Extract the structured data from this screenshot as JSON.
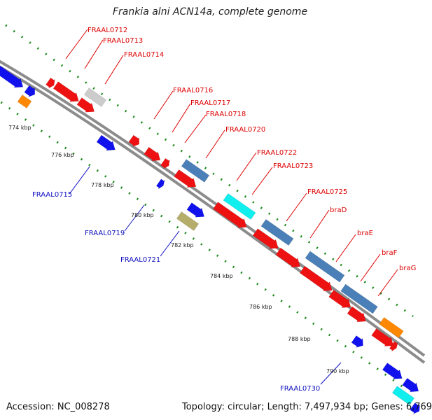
{
  "title": "Frankia alni ACN14a, complete genome",
  "footer": {
    "accession": "Accession: NC_008278",
    "summary": "Topology: circular; Length: 7,497,934 bp; Genes: 6,769"
  },
  "colors": {
    "backbone": "#808080",
    "tick": "#1a8a1a",
    "forward_label": "#dd0000",
    "reverse_label": "#1010c0"
  },
  "scale_labels": [
    "774 kbp",
    "776 kbp",
    "778 kbp",
    "780 kbp",
    "782 kbp",
    "784 kbp",
    "786 kbp",
    "788 kbp",
    "790 kbp"
  ],
  "forward_labels": [
    "FRAAL0712",
    "FRAAL0713",
    "FRAAL0714",
    "FRAAL0716",
    "FRAAL0717",
    "FRAAL0718",
    "FRAAL0720",
    "FRAAL0722",
    "FRAAL0723",
    "FRAAL0725",
    "braD",
    "braE",
    "braF",
    "braG"
  ],
  "reverse_labels": [
    "FRAAL0715",
    "FRAAL0719",
    "FRAAL0721",
    "FRAAL0730"
  ],
  "gene_colors": {
    "red": "#ee1111",
    "blue": "#1111ee",
    "steel": "#4a7fb8",
    "cyan": "#11eeee",
    "orange": "#ff8800",
    "gray": "#cccccc",
    "khaki": "#b5ad6a"
  }
}
